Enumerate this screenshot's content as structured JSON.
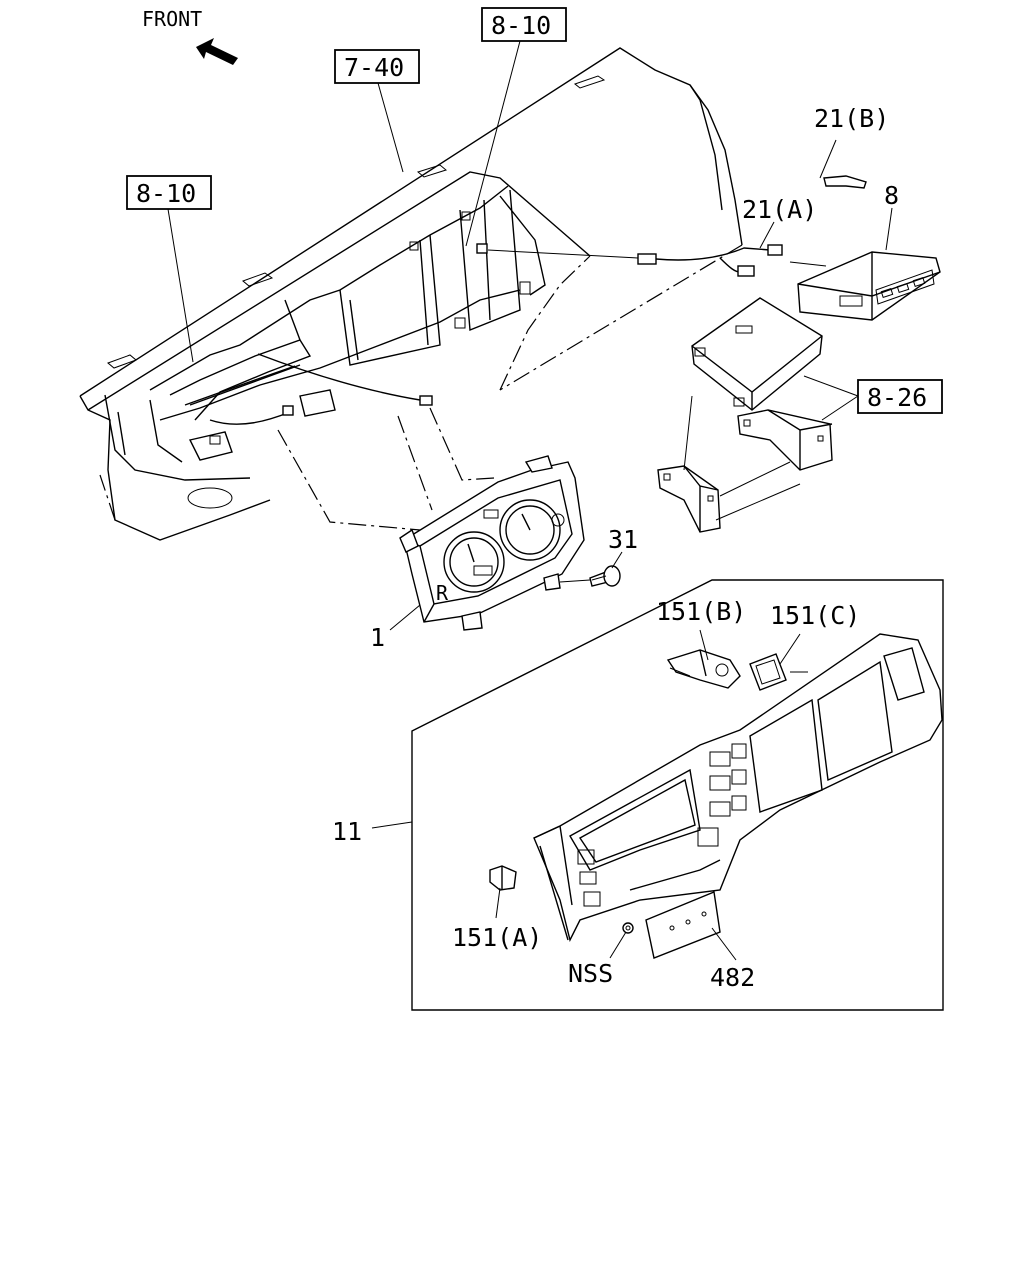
{
  "orientation": {
    "label": "FRONT"
  },
  "callouts": {
    "ref_7_40": "7-40",
    "ref_8_10_top": "8-10",
    "ref_8_10_left": "8-10",
    "ref_8_26": "8-26",
    "part_21b": "21(B)",
    "part_21a": "21(A)",
    "part_8": "8",
    "part_31": "31",
    "part_1": "1",
    "part_151b": "151(B)",
    "part_151c": "151(C)",
    "part_11": "11",
    "part_151a": "151(A)",
    "part_nss": "NSS",
    "part_482": "482"
  },
  "icons": {
    "front_arrow": "arrow-up-left-icon"
  }
}
